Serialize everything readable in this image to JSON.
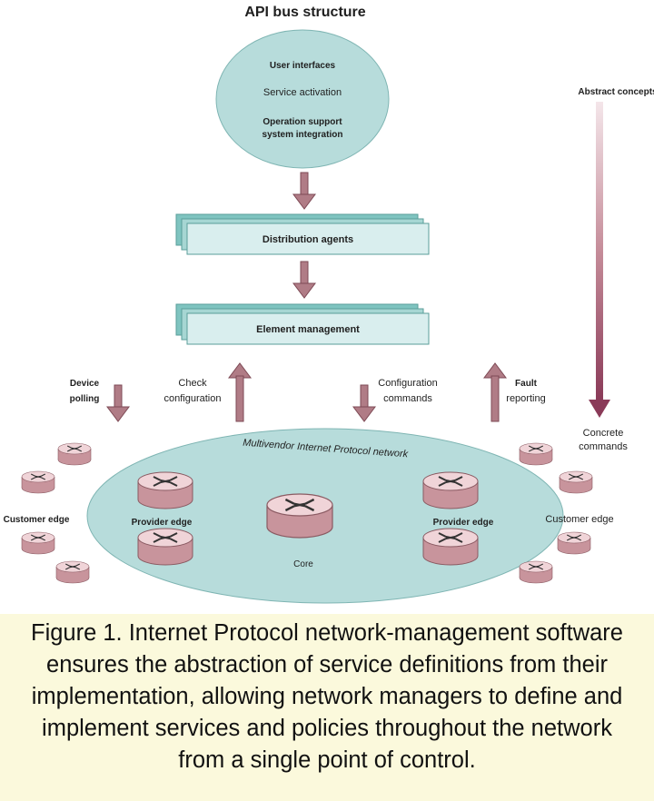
{
  "title": "API bus structure",
  "top_ellipse": {
    "items": [
      "User interfaces",
      "Service activation",
      "Operation support",
      "system integration"
    ]
  },
  "layers": {
    "distribution": "Distribution agents",
    "element": "Element management"
  },
  "abstraction_scale": {
    "top": "Abstract concepts",
    "bottom_line1": "Concrete",
    "bottom_line2": "commands"
  },
  "operations": {
    "device_polling": [
      "Device",
      "polling"
    ],
    "check_configuration": [
      "Check",
      "configuration"
    ],
    "configuration_commands": [
      "Configuration",
      "commands"
    ],
    "fault_reporting": [
      "Fault",
      "reporting"
    ]
  },
  "network": {
    "label": "Multivendor Internet Protocol network",
    "core": "Core",
    "provider_edge_left": "Provider edge",
    "provider_edge_right": "Provider edge",
    "customer_edge_left": "Customer edge",
    "customer_edge_right": "Customer edge"
  },
  "caption": "Figure 1. Internet Protocol network-management software ensures the abstraction of service definitions from their implementation, allowing network managers to define and implement services and policies throughout the network from a single point of control.",
  "colors": {
    "arrow": "#b07c86",
    "arrow_dark": "#8a4a58",
    "ellipse_fill": "#b7dcdb",
    "box_fill": "#d9eeee",
    "box_shadow": "#7fc4c0",
    "router_top": "#f0d4d8",
    "router_side": "#c8949c",
    "caption_bg": "#fbf9dc"
  }
}
